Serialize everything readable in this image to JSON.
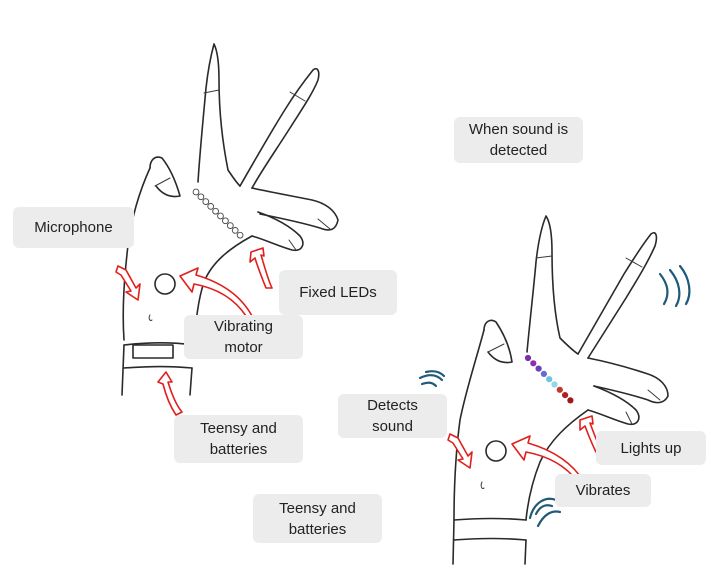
{
  "left_panel": {
    "microphone": "Microphone",
    "fixed_leds": "Fixed LEDs",
    "vibrating_motor_line1": "Vibrating",
    "vibrating_motor_line2": "motor",
    "teensy_line1": "Teensy and",
    "teensy_line2": "batteries"
  },
  "right_panel": {
    "heading_line1": "When sound is",
    "heading_line2": "detected",
    "detects_line1": "Detects",
    "detects_line2": "sound",
    "lights_up": "Lights up",
    "vibrates": "Vibrates",
    "teensy_line1": "Teensy and",
    "teensy_line2": "batteries"
  },
  "colors": {
    "arrow": "#e0201c",
    "sound_wave": "#1f5a78",
    "label_background": "#ececec",
    "led_off": "#ffffff",
    "led_on": [
      "#7b2fa8",
      "#8a2fb0",
      "#6b3fb8",
      "#5f6fd0",
      "#6fc3e0",
      "#8fd7ea",
      "#c0392b",
      "#b32020",
      "#a01818"
    ]
  }
}
